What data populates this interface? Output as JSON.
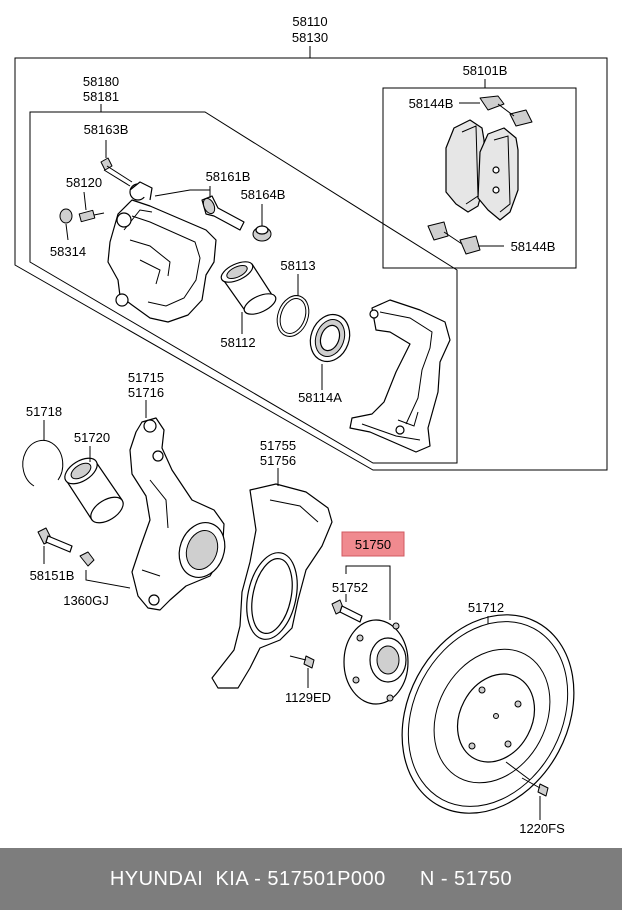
{
  "labels": {
    "l58110": "58110",
    "l58130": "58130",
    "l58180": "58180",
    "l58181": "58181",
    "l58163B": "58163B",
    "l58120": "58120",
    "l58314": "58314",
    "l58161B": "58161B",
    "l58164B": "58164B",
    "l58113": "58113",
    "l58112": "58112",
    "l58114A": "58114A",
    "l58101B": "58101B",
    "l58144B_top": "58144B",
    "l58144B_bottom": "58144B",
    "l51715": "51715",
    "l51716": "51716",
    "l51718": "51718",
    "l51720": "51720",
    "l58151B": "58151B",
    "l1360GJ": "1360GJ",
    "l51755": "51755",
    "l51756": "51756",
    "l1129ED": "1129ED",
    "l51750": "51750",
    "l51752": "51752",
    "l51712": "51712",
    "l1220FS": "1220FS"
  },
  "highlight_color": "#f08a8f",
  "footer": {
    "brand_part": "HYUNDAI  KIA - 517501P000",
    "ref": "N - 51750"
  }
}
